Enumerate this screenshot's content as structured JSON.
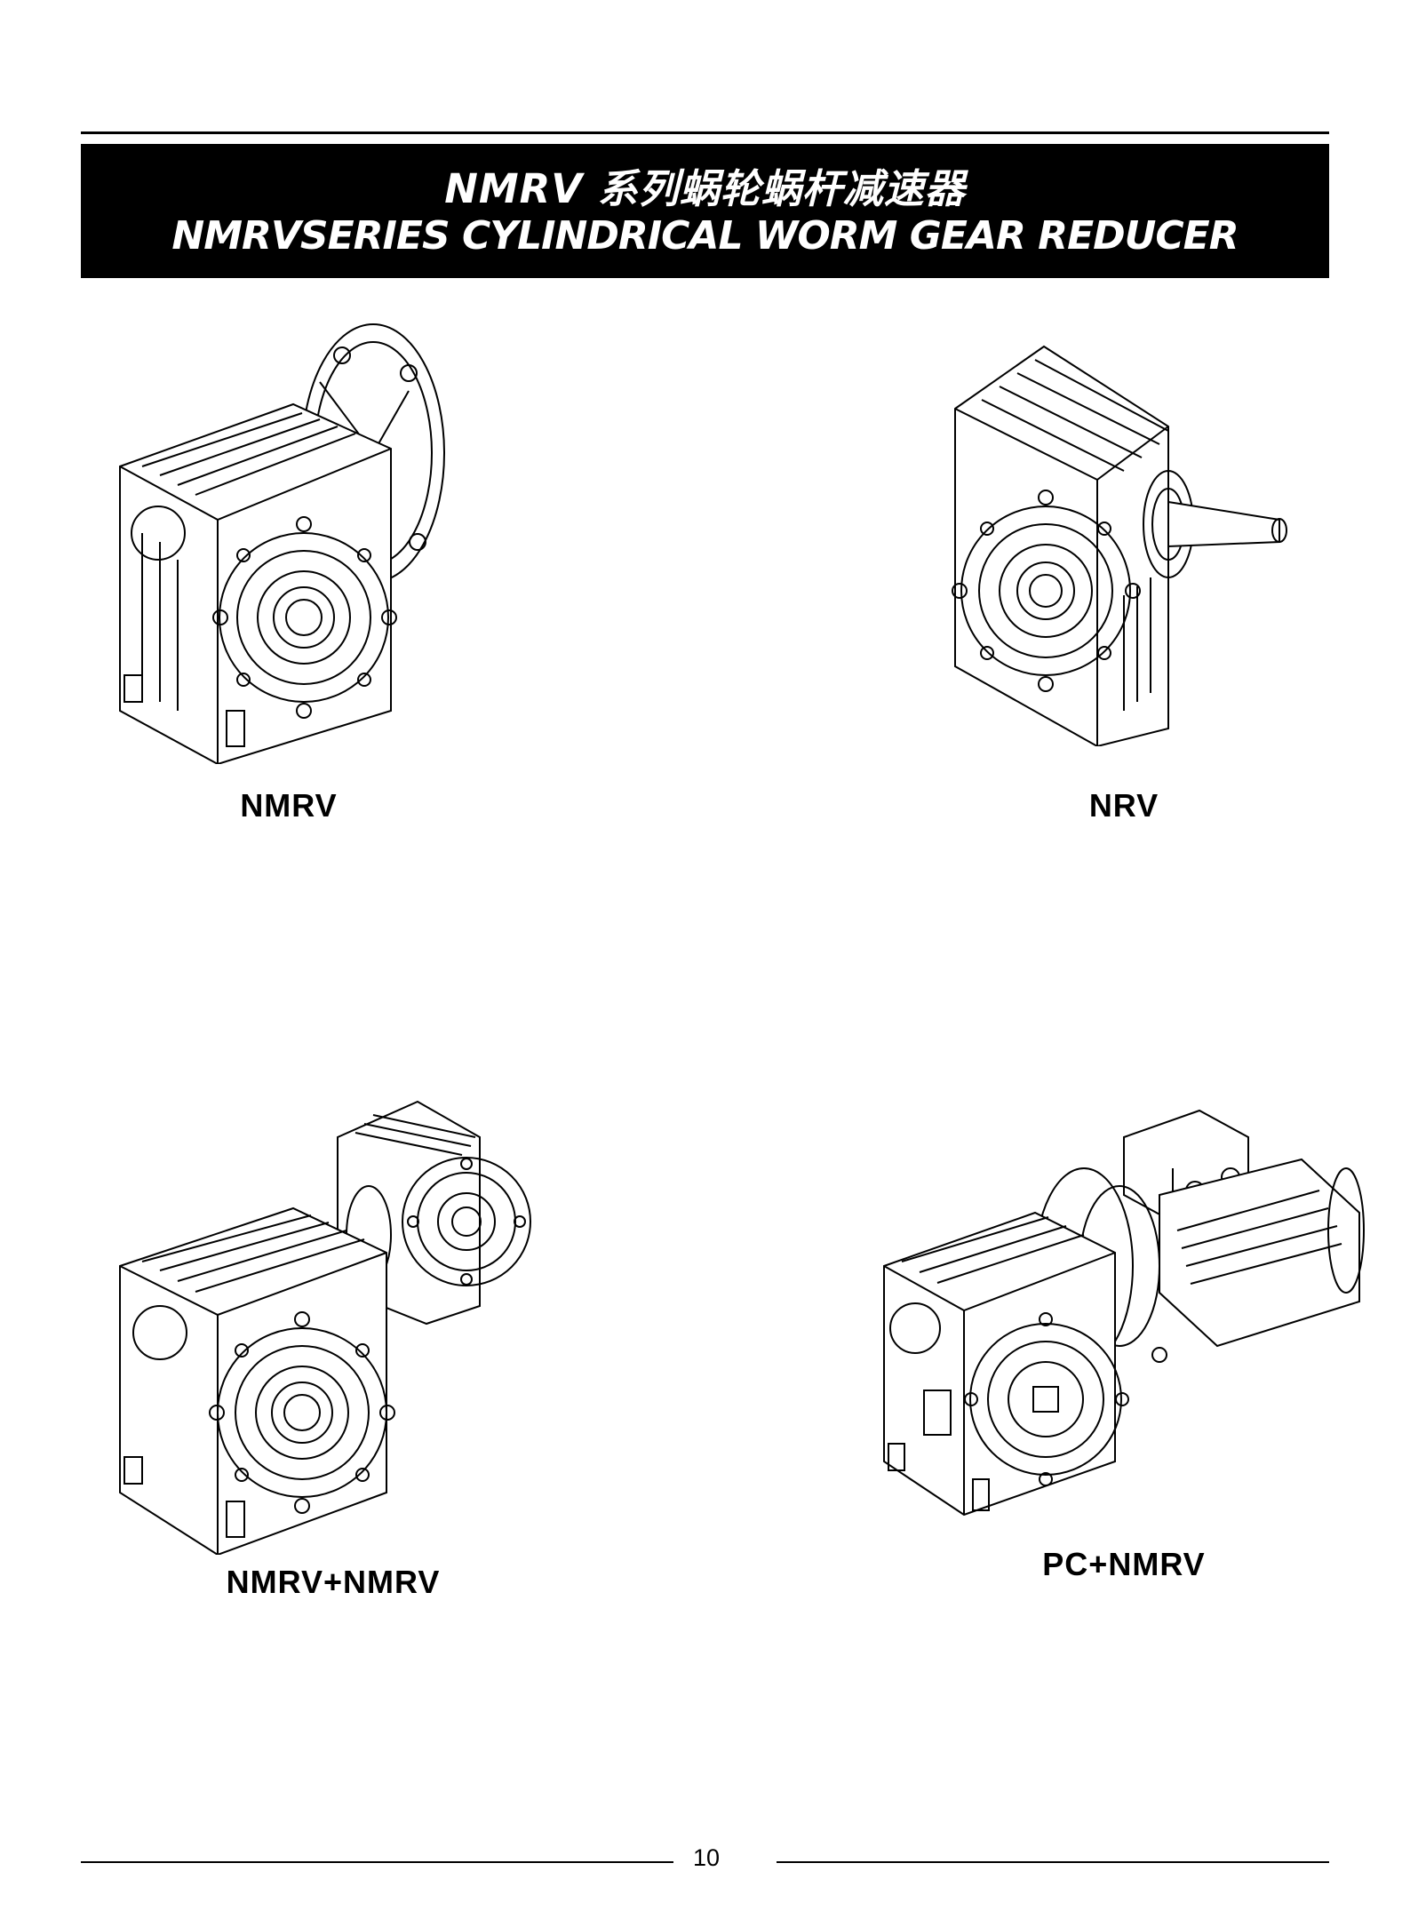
{
  "header": {
    "title_line1": "NMRV 系列蜗轮蜗杆减速器",
    "title_line2": "NMRVSERIES CYLINDRICAL WORM GEAR REDUCER"
  },
  "figures": [
    {
      "caption": "NMRV",
      "icon": "worm-gear-reducer-with-flange-drawing"
    },
    {
      "caption": "NRV",
      "icon": "worm-gear-reducer-with-input-shaft-drawing"
    },
    {
      "caption": "NMRV+NMRV",
      "icon": "double-worm-gear-reducer-drawing"
    },
    {
      "caption": "PC+NMRV",
      "icon": "worm-gear-reducer-with-motor-drawing"
    }
  ],
  "footer": {
    "page_number": "10"
  }
}
